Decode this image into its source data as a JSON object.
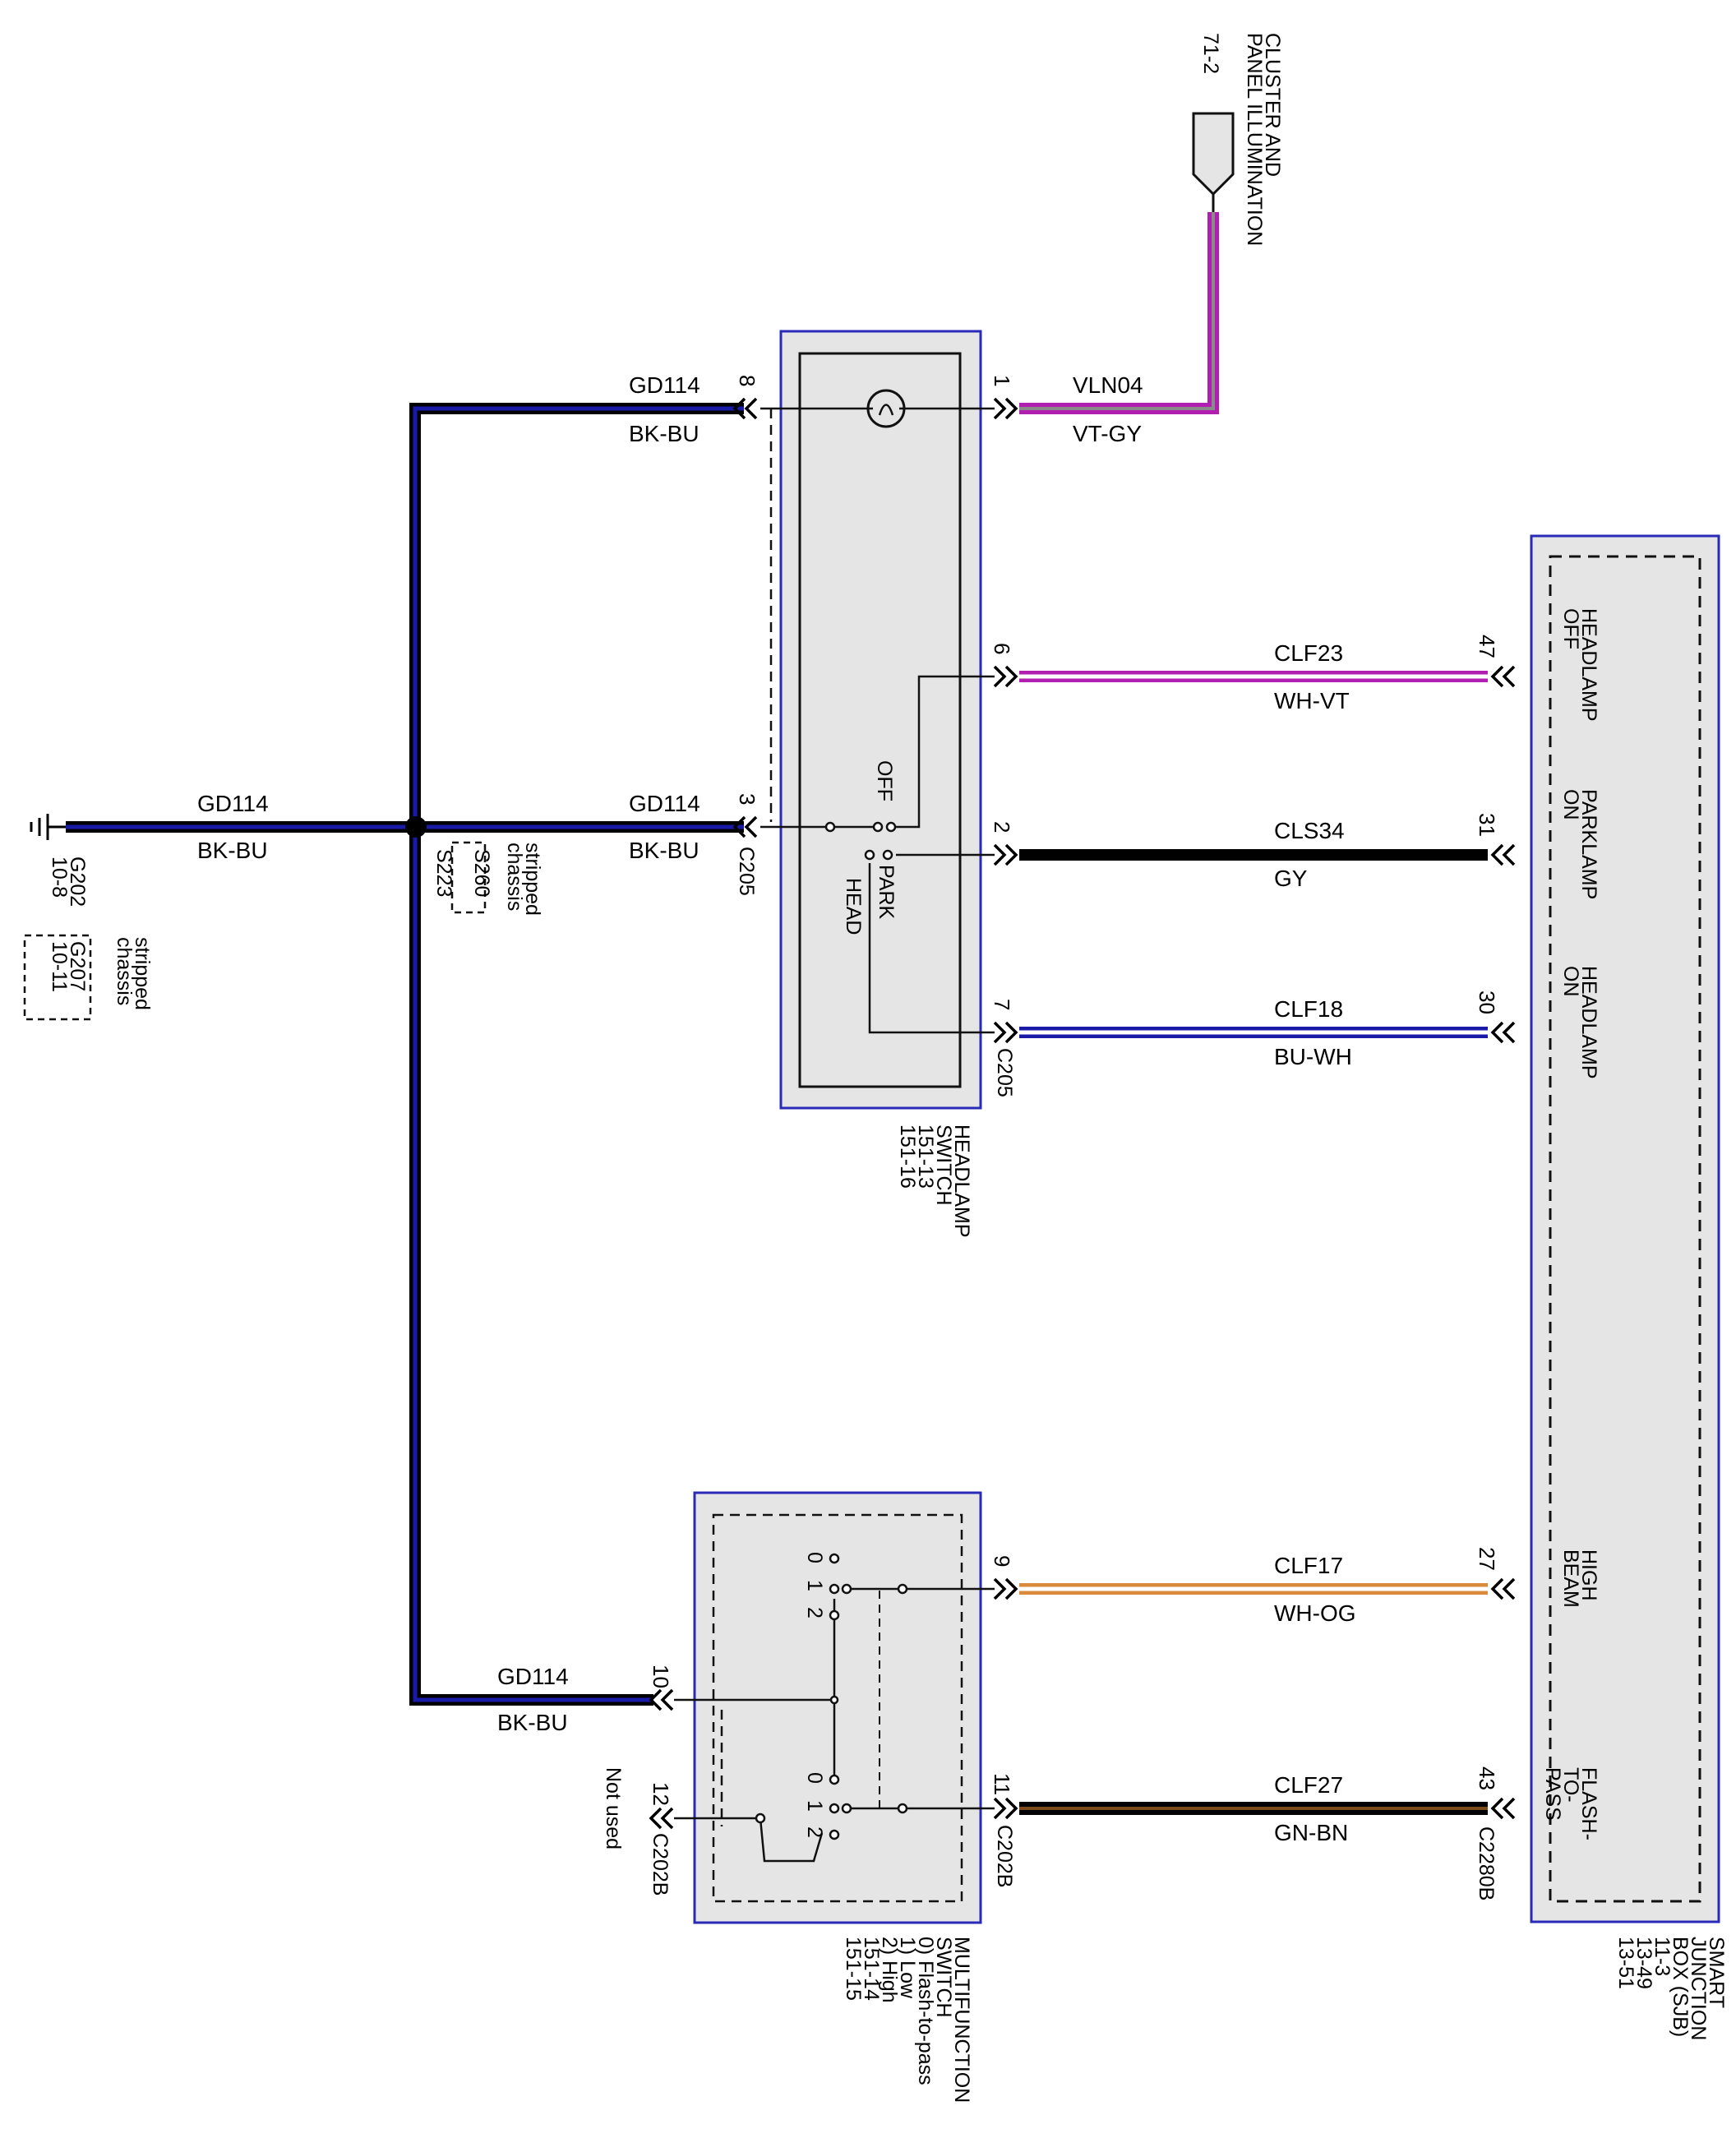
{
  "cluster": {
    "title": "CLUSTER AND PANEL ILLUMINATION",
    "ref": "71-2"
  },
  "ground": {
    "ref": "G202",
    "page": "10-8",
    "alt_ref": "G207",
    "alt_page": "10-11",
    "alt_note": "stripped chassis"
  },
  "splice": {
    "ref": "S223",
    "alt_ref": "S260",
    "alt_note": "stripped chassis"
  },
  "headlamp_switch": {
    "title": "HEADLAMP SWITCH",
    "refs": [
      "151-13",
      "151-16"
    ],
    "connector": "C205",
    "positions": [
      "OFF",
      "PARK",
      "HEAD"
    ]
  },
  "multifunction_switch": {
    "title": "MULTIFUNCTION SWITCH",
    "positions": [
      "0) Flash-to-pass",
      "1) Low",
      "2) High"
    ],
    "refs": [
      "151-14",
      "151-15"
    ],
    "connector": "C202B",
    "not_used": "Not used",
    "contact_labels": [
      "0",
      "1",
      "2"
    ]
  },
  "sjb": {
    "title": "SMART JUNCTION BOX (SJB)",
    "refs": [
      "11-3",
      "13-49",
      "13-51"
    ],
    "connector": "C2280B",
    "functions": [
      "HEADLAMP OFF",
      "PARKLAMP ON",
      "HEADLAMP ON",
      "HIGH BEAM",
      "FLASH-TO-PASS"
    ]
  },
  "wires": [
    {
      "circuit": "VLN04",
      "color": "VT-GY",
      "from_pin": "1",
      "to": "71-2"
    },
    {
      "circuit": "GD114",
      "color": "BK-BU",
      "from_pin": "8",
      "to": "S223"
    },
    {
      "circuit": "GD114",
      "color": "BK-BU",
      "from_pin": "3",
      "to": "S223"
    },
    {
      "circuit": "GD114",
      "color": "BK-BU",
      "from_pin": "S223",
      "to": "G202"
    },
    {
      "circuit": "GD114",
      "color": "BK-BU",
      "from_pin": "10",
      "to": "S223"
    },
    {
      "circuit": "CLF23",
      "color": "WH-VT",
      "from_pin": "6",
      "to_pin": "47"
    },
    {
      "circuit": "CLS34",
      "color": "GY",
      "from_pin": "2",
      "to_pin": "31"
    },
    {
      "circuit": "CLF18",
      "color": "BU-WH",
      "from_pin": "7",
      "to_pin": "30"
    },
    {
      "circuit": "CLF17",
      "color": "WH-OG",
      "from_pin": "9",
      "to_pin": "27"
    },
    {
      "circuit": "CLF27",
      "color": "GN-BN",
      "from_pin": "11",
      "to_pin": "43"
    }
  ],
  "pins": {
    "hs_1": "1",
    "hs_8": "8",
    "hs_6": "6",
    "hs_3": "3",
    "hs_2": "2",
    "hs_7": "7",
    "mf_9": "9",
    "mf_10": "10",
    "mf_11": "11",
    "mf_12": "12",
    "sjb_47": "47",
    "sjb_31": "31",
    "sjb_30": "30",
    "sjb_27": "27",
    "sjb_43": "43"
  },
  "colors": {
    "violet": "#b01fb0",
    "gray": "#8a8a8a",
    "black": "#000000",
    "blue": "#1a1aa8",
    "white": "#ffffff",
    "orange": "#d98a3a",
    "brown": "#7a4a1a",
    "box_fill": "#e5e5e5",
    "box_border": "#2a2ab8"
  }
}
